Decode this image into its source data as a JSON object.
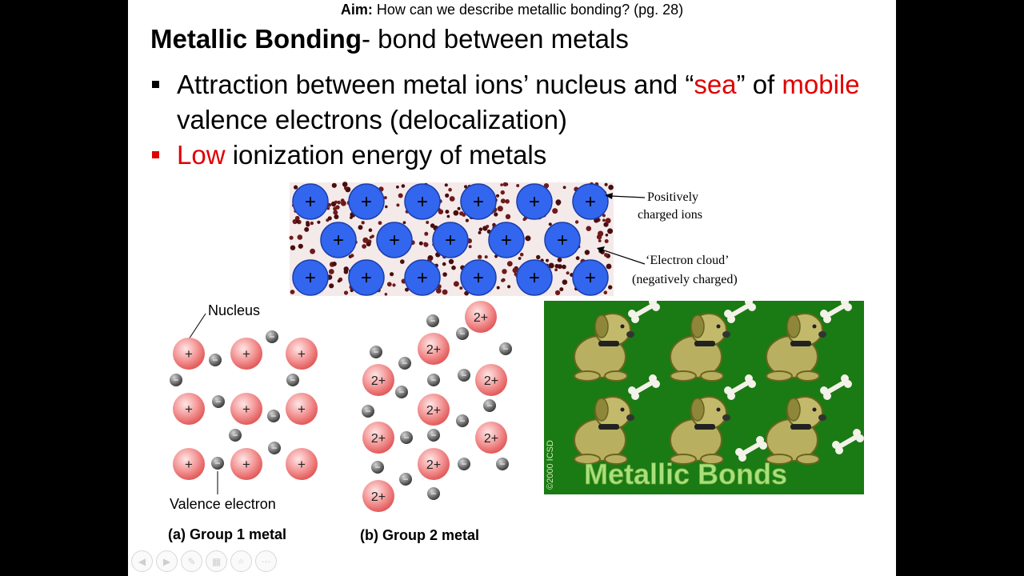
{
  "aim": {
    "label": "Aim:",
    "text": "How can we describe metallic bonding? (pg. 28)"
  },
  "title": {
    "bold": "Metallic Bonding",
    "rest": "- bond between metals"
  },
  "bullets": [
    {
      "parts": [
        "Attraction between metal ions’ nucleus and “",
        "sea",
        "” of ",
        "mobile",
        " valence electrons (delocalization)"
      ]
    },
    {
      "parts": [
        "Low",
        " ionization energy of metals"
      ]
    }
  ],
  "colors": {
    "accent_red": "#e00000",
    "ion_blue": "#3366ee",
    "dog_bg": "#1a7a14",
    "bond_text": "#a9e07a"
  },
  "sea_diagram": {
    "ion_symbol": "+",
    "label_ions": [
      "Positively",
      "charged ions"
    ],
    "label_cloud": [
      "‘Electron cloud’",
      "(negatively charged)"
    ]
  },
  "group_diagrams": {
    "nucleus_label": "Nucleus",
    "valence_label": "Valence electron",
    "g1_caption": "(a) Group 1 metal",
    "g2_caption": "(b) Group 2 metal",
    "g1_ion_symbol": "+",
    "g2_ion_symbol": "2+",
    "electron_symbol": "−"
  },
  "cartoon": {
    "caption": "Metallic Bonds",
    "credit": "©2000 ICSD"
  },
  "controls": [
    {
      "icon": "prev-icon",
      "glyph": "◀"
    },
    {
      "icon": "next-icon",
      "glyph": "▶"
    },
    {
      "icon": "pen-icon",
      "glyph": "✎"
    },
    {
      "icon": "slides-icon",
      "glyph": "▦"
    },
    {
      "icon": "zoom-icon",
      "glyph": "⌕"
    },
    {
      "icon": "more-icon",
      "glyph": "⋯"
    }
  ]
}
